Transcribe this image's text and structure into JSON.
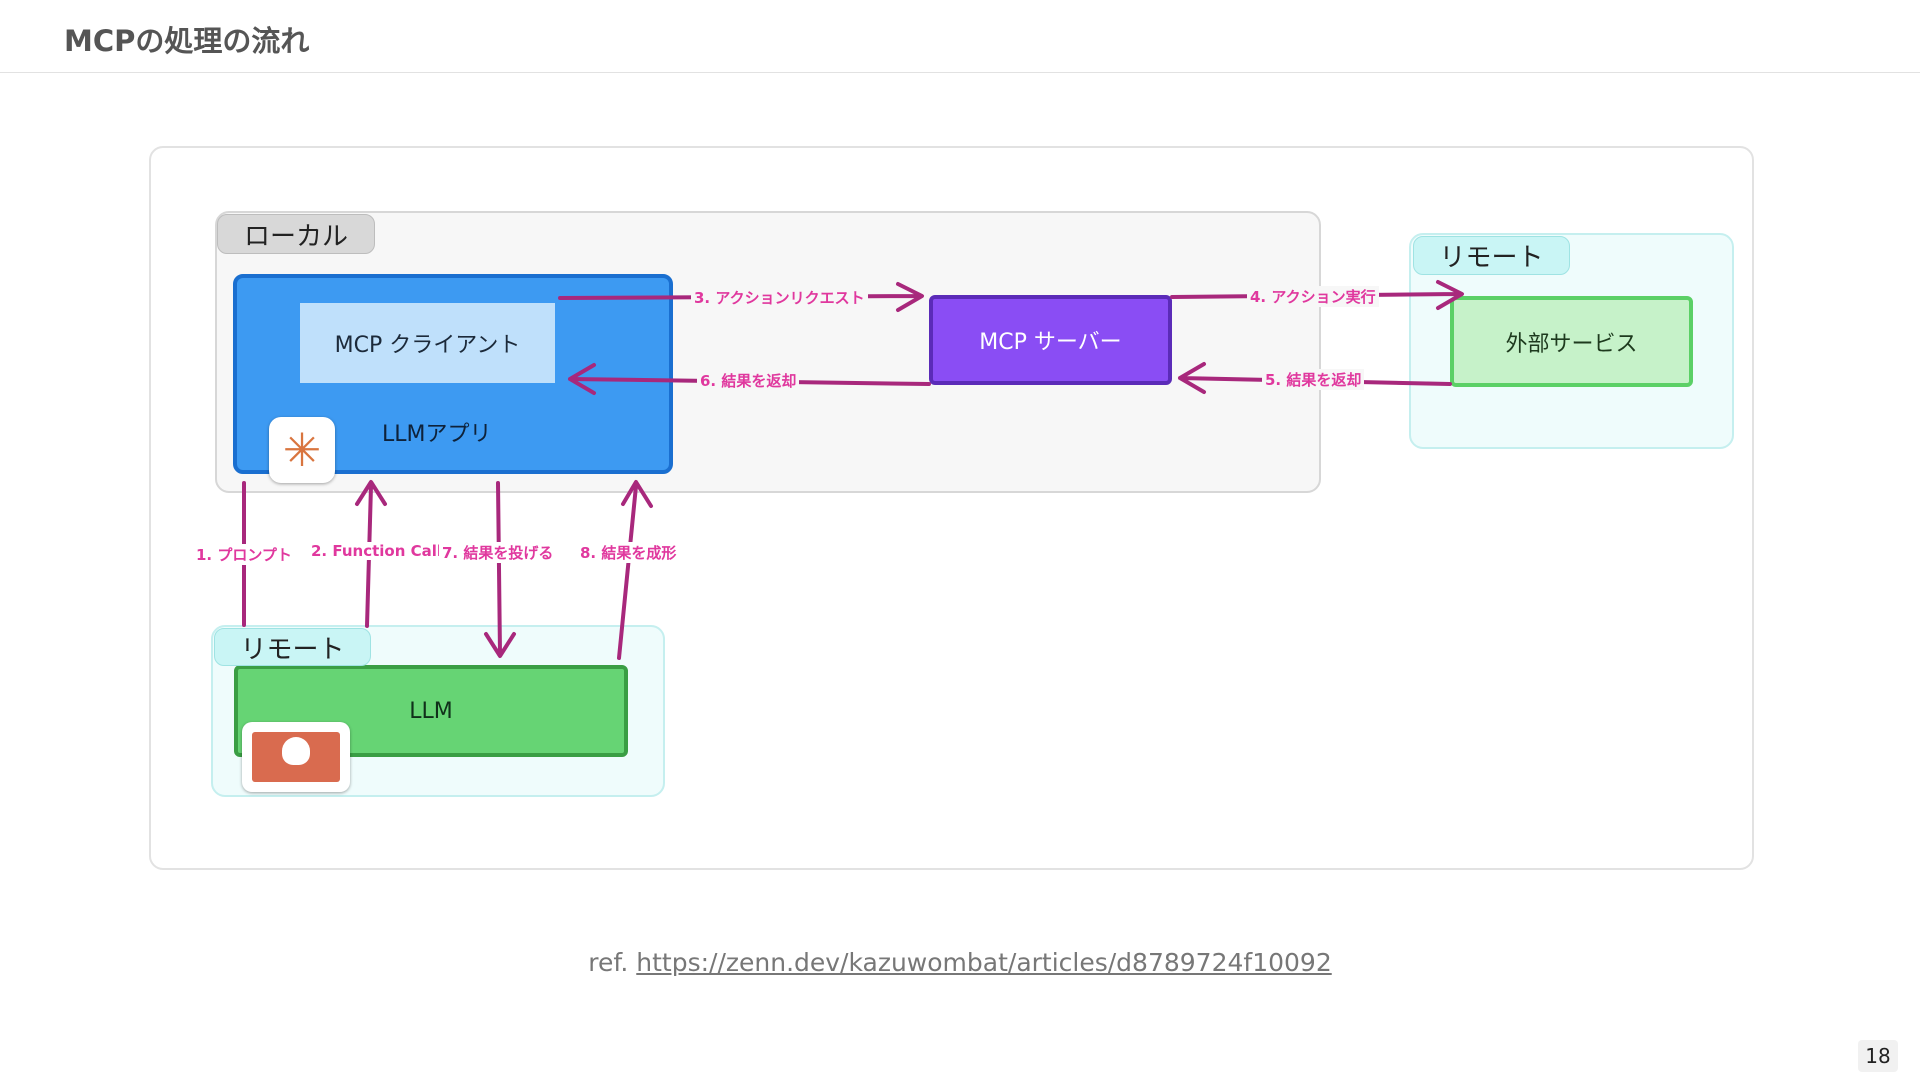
{
  "slide": {
    "title": "MCPの処理の流れ",
    "page_number": "18"
  },
  "diagram": {
    "local_region_label": "ローカル",
    "remote_region_label_1": "リモート",
    "remote_region_label_2": "リモート",
    "nodes": {
      "mcp_client": "MCP クライアント",
      "llm_app": "LLMアプリ",
      "mcp_server": "MCP サーバー",
      "external_service": "外部サービス",
      "llm": "LLM"
    },
    "steps": {
      "s1": "1. プロンプト",
      "s2": "2. Function Call",
      "s3": "3. アクションリクエスト",
      "s4": "4. アクション実行",
      "s5": "5. 結果を返却",
      "s6": "6. 結果を返却",
      "s7": "7. 結果を投げる",
      "s8": "8. 結果を成形"
    },
    "icons": {
      "app_icon": "claude-asterisk-icon",
      "model_icon": "claude-model-icon"
    },
    "colors": {
      "arrow": "#a8287c",
      "step_label": "#e0389e",
      "llm_app": "#3d9af2",
      "mcp_server": "#8a4df4",
      "external_service": "#c6f2c9",
      "llm": "#66d474"
    }
  },
  "reference": {
    "prefix": "ref.",
    "url": "https://zenn.dev/kazuwombat/articles/d8789724f10092"
  }
}
